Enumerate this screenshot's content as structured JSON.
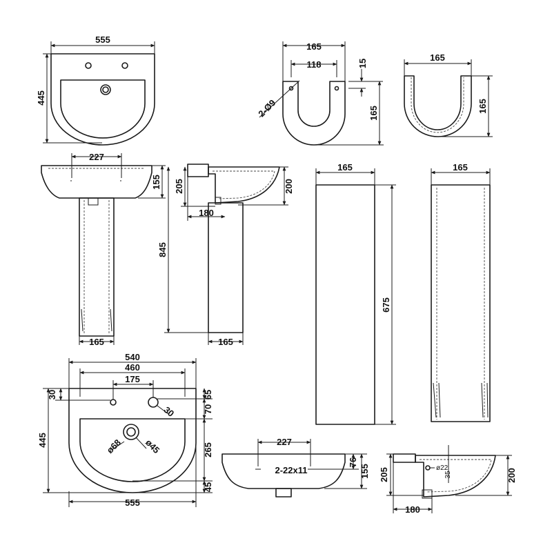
{
  "top_view": {
    "width": "555",
    "height": "445"
  },
  "bracket_view": {
    "width": "165",
    "hole_spacing": "118",
    "offset": "15",
    "height": "165",
    "holes": "2-Ø9"
  },
  "pedestal_top_view": {
    "width": "165",
    "height": "165"
  },
  "front_view": {
    "tap_spacing": "227",
    "basin_height": "155",
    "base_width": "165"
  },
  "side_view": {
    "rim_height": "205",
    "bowl_depth": "200",
    "projection": "180",
    "overall_height": "845",
    "base_width": "165"
  },
  "pedestal_front": {
    "width": "165",
    "height": "675"
  },
  "pedestal_side": {
    "width": "165"
  },
  "plan_view": {
    "overall_width": "540",
    "inner_width": "460",
    "tap_holes": "175",
    "top_offset": "30",
    "tap_hole_dia": "30",
    "right_offset": "65",
    "bowl_offset": "70",
    "bowl_length": "265",
    "outer_height": "445",
    "waste_outer": "ø68",
    "waste_inner": "ø45",
    "bottom_offset": "45",
    "bottom_width": "555"
  },
  "fixing_view": {
    "spacing": "227",
    "holes": "2-22x11",
    "height_a": "76",
    "height_b": "155"
  },
  "section_view": {
    "rim_height": "205",
    "bowl_depth": "200",
    "projection": "180",
    "overflow": "ø22",
    "overflow_height": "35"
  }
}
